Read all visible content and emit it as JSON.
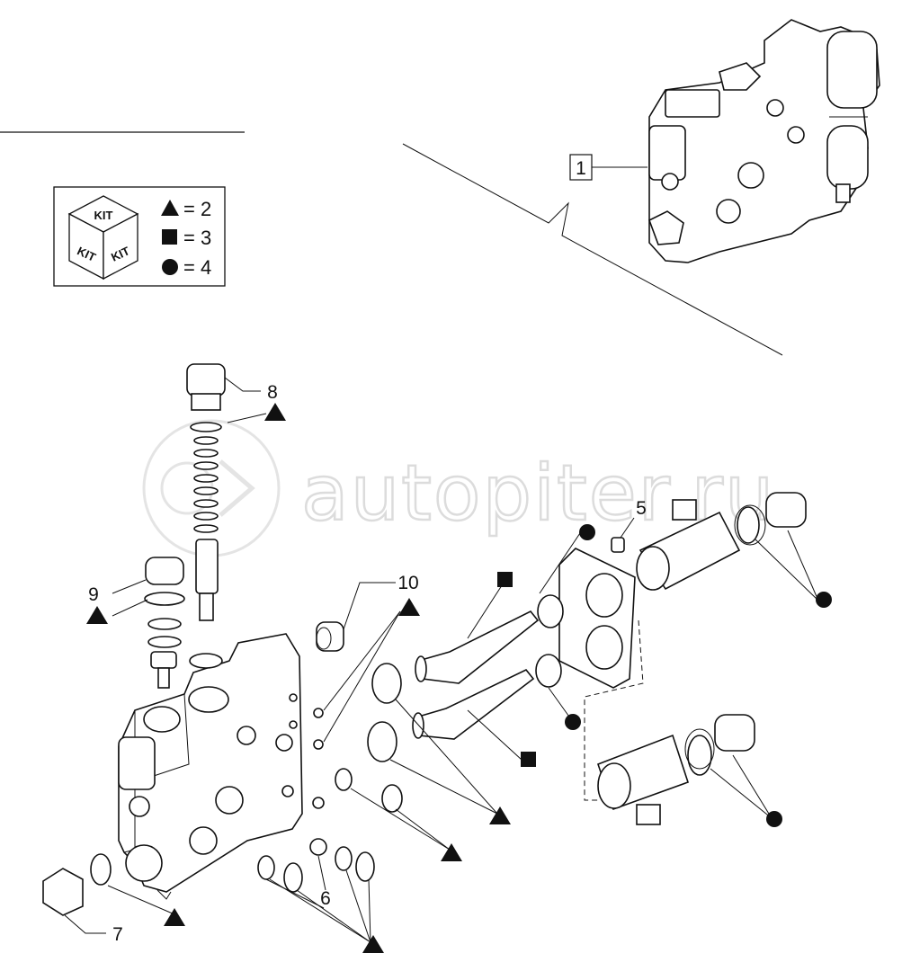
{
  "kit_legend": {
    "cube_faces": [
      "KIT",
      "KIT",
      "KIT"
    ],
    "entries": [
      {
        "symbol": "triangle",
        "label": "= 2"
      },
      {
        "symbol": "square",
        "label": "= 3"
      },
      {
        "symbol": "circle",
        "label": "= 4"
      }
    ]
  },
  "callouts": {
    "c1": "1",
    "c5": "5",
    "c6": "6",
    "c7": "7",
    "c8": "8",
    "c9": "9",
    "c10": "10"
  },
  "watermark": "autopiter.ru",
  "colors": {
    "ink": "#111111",
    "watermark": "#d9d9d9",
    "background": "#ffffff"
  }
}
